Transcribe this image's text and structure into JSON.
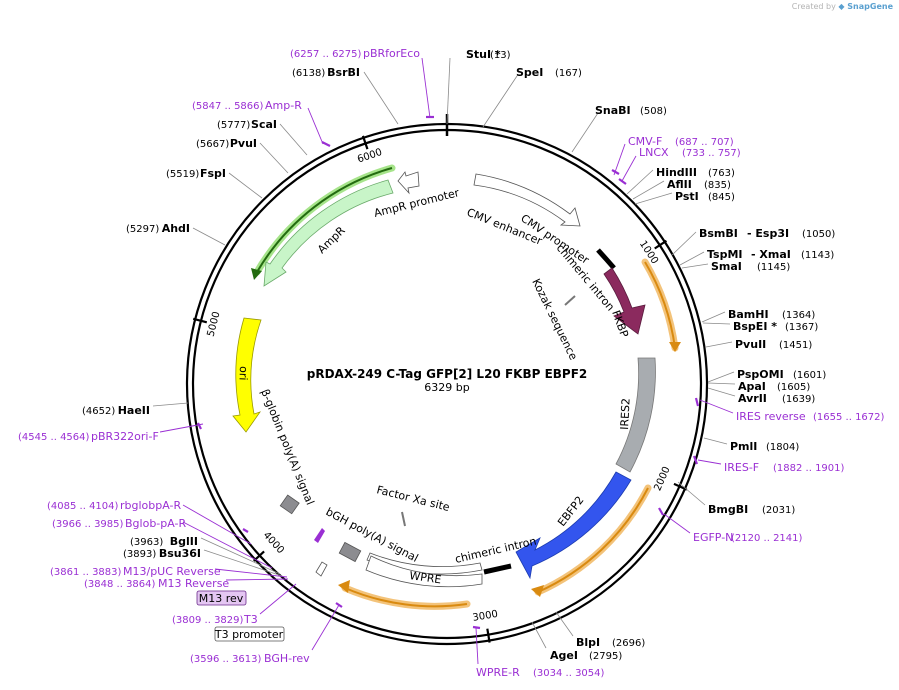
{
  "credit": {
    "prefix": "Created by",
    "brand": "SnapGene"
  },
  "plasmid": {
    "name": "pRDAX-249    C-Tag GFP[2] L20 FKBP EBPF2",
    "size": "6329 bp",
    "length": 6329
  },
  "colors": {
    "primer": "#9a2fd3",
    "site": "#000000",
    "backbone": "#000000",
    "ampr": "#c8f5c8",
    "ori": "#ffff00",
    "fkbp": "#8b2a5e",
    "ebfp2": "#3355ee",
    "ires": "#a8acb0",
    "promoter": "#ffffff",
    "orf": "#f0a030"
  },
  "ticks": [
    "1000",
    "2000",
    "3000",
    "4000",
    "5000",
    "6000"
  ],
  "sites": [
    {
      "label": "StuI",
      "suffix": " *",
      "pos": "(13)"
    },
    {
      "label": "SpeI",
      "pos": "(167)"
    },
    {
      "label": "SnaBI",
      "pos": "(508)"
    },
    {
      "label": "HindIII",
      "pos": "(763)"
    },
    {
      "label": "AflII",
      "pos": "(835)"
    },
    {
      "label": "PstI",
      "pos": "(845)"
    },
    {
      "label": "BsmBI",
      "label2": "- Esp3I",
      "pos": "(1050)"
    },
    {
      "label": "TspMI",
      "label2": "- XmaI",
      "pos": "(1143)"
    },
    {
      "label": "SmaI",
      "pos": "(1145)"
    },
    {
      "label": "BamHI",
      "pos": "(1364)"
    },
    {
      "label": "BspEI",
      "suffix": " *",
      "pos": "(1367)"
    },
    {
      "label": "PvuII",
      "pos": "(1451)"
    },
    {
      "label": "PspOMI",
      "pos": "(1601)"
    },
    {
      "label": "ApaI",
      "pos": "(1605)"
    },
    {
      "label": "AvrII",
      "pos": "(1639)"
    },
    {
      "label": "PmlI",
      "pos": "(1804)"
    },
    {
      "label": "BmgBI",
      "pos": "(2031)"
    },
    {
      "label": "BlpI",
      "pos": "(2696)"
    },
    {
      "label": "AgeI",
      "pos": "(2795)"
    },
    {
      "label": "BglII",
      "pos": "(3963)"
    },
    {
      "label": "Bsu36I",
      "pos": "(3893)"
    },
    {
      "label": "HaeII",
      "pos": "(4652)"
    },
    {
      "label": "AhdI",
      "pos": "(5297)"
    },
    {
      "label": "FspI",
      "pos": "(5519)"
    },
    {
      "label": "PvuI",
      "pos": "(5667)"
    },
    {
      "label": "ScaI",
      "pos": "(5777)"
    },
    {
      "label": "BsrBI",
      "pos": "(6138)"
    }
  ],
  "primers": [
    {
      "range": "(6257 .. 6275)",
      "label": "pBRforEco"
    },
    {
      "range": "(5847 .. 5866)",
      "label": "Amp-R"
    },
    {
      "range": "(687 .. 707)",
      "label": "CMV-F"
    },
    {
      "range": "(733 .. 757)",
      "label": "LNCX"
    },
    {
      "range": "(1655 .. 1672)",
      "label": "IRES reverse"
    },
    {
      "range": "(1882 .. 1901)",
      "label": "IRES-F"
    },
    {
      "range": "(2120 .. 2141)",
      "label": "EGFP-N"
    },
    {
      "range": "(3034 .. 3054)",
      "label": "WPRE-R"
    },
    {
      "range": "(3596 .. 3613)",
      "label": "BGH-rev"
    },
    {
      "range": "(3809 .. 3829)",
      "label": "T3"
    },
    {
      "range": "(3848 .. 3864)",
      "label": "M13 Reverse"
    },
    {
      "range": "(3861 .. 3883)",
      "label": "M13/pUC Reverse"
    },
    {
      "range": "(3966 .. 3985)",
      "label": "Bglob-pA-R"
    },
    {
      "range": "(4085 .. 4104)",
      "label": "rbglobpA-R"
    },
    {
      "range": "(4545 .. 4564)",
      "label": "pBR322ori-F"
    }
  ],
  "boxed_labels": {
    "m13rev": "M13 rev",
    "t3promoter": "T3 promoter"
  },
  "features": {
    "cmv_enhancer": "CMV enhancer",
    "cmv_promoter": "CMV promoter",
    "chimeric_intron_1": "chimeric intron",
    "kozak": "Kozak sequence",
    "fkbp": "FKBP",
    "ires2": "IRES2",
    "ebfp2": "EBFP2",
    "chimeric_intron_2": "chimeric intron",
    "factor_xa": "Factor Xa site",
    "wpre": "WPRE",
    "bgh_polya": "bGH poly(A) signal",
    "bglobin_polya": "β-globin poly(A) signal",
    "ori": "ori",
    "ampr": "AmpR",
    "ampr_promoter": "AmpR promoter"
  }
}
